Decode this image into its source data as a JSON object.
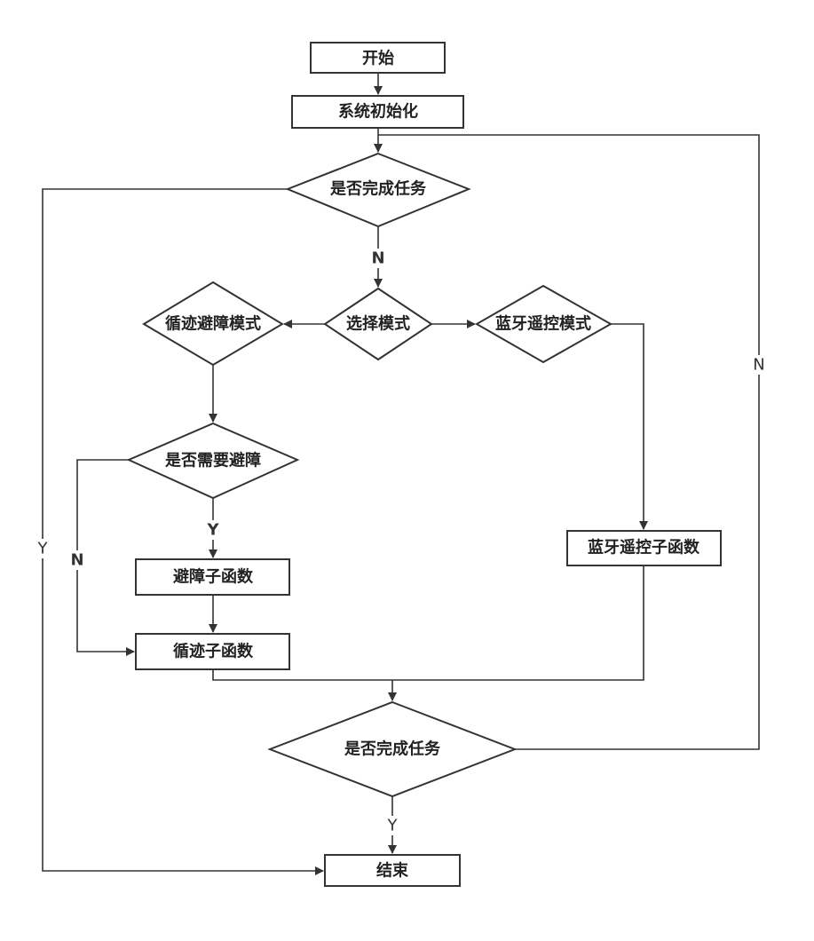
{
  "nodes": {
    "start": "开始",
    "init": "系统初始化",
    "check_task_top": "是否完成任务",
    "select_mode": "选择模式",
    "line_avoid_mode": "循迹避障模式",
    "bt_mode": "蓝牙遥控模式",
    "need_avoid": "是否需要避障",
    "avoid_sub": "避障子函数",
    "bt_sub": "蓝牙遥控子函数",
    "line_sub": "循迹子函数",
    "check_task_bottom": "是否完成任务",
    "end": "结束"
  },
  "edge_labels": {
    "top_n": "N",
    "top_y": "Y",
    "avoid_y": "Y",
    "avoid_n": "N",
    "bottom_y": "Y",
    "bottom_n": "N"
  }
}
